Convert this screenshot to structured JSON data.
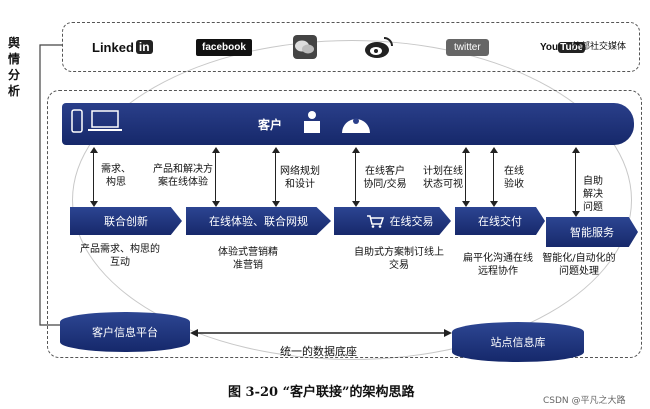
{
  "side_label": "舆情分析",
  "social": {
    "linkedin_text": "Linked",
    "linkedin_box": "in",
    "facebook": "facebook",
    "twitter": "twitter",
    "youtube_you": "You",
    "youtube_tube": "Tube",
    "label": "外部社交媒体",
    "icons": [
      "wechat-icon",
      "weibo-icon"
    ]
  },
  "banner": {
    "label": "客户"
  },
  "connectors": [
    {
      "label": "需求、构思"
    },
    {
      "label": "产品和解决方案在线体验"
    },
    {
      "label": "网络规划和设计"
    },
    {
      "label": "在线客户协同/交易"
    },
    {
      "label": "计划在线状态可视"
    },
    {
      "label": "在线验收"
    },
    {
      "label": "自助解决问题"
    }
  ],
  "steps": [
    {
      "label": "联合创新",
      "desc": "产品需求、构思的互动"
    },
    {
      "label": "在线体验、联合网规",
      "desc": "体验式营销精准营销"
    },
    {
      "label": "在线交易",
      "desc": "自助式方案制订线上交易"
    },
    {
      "label": "在线交付",
      "desc": "扁平化沟通在线远程协作"
    },
    {
      "label": "智能服务",
      "desc": "智能化/自动化的问题处理"
    }
  ],
  "databases": {
    "left": "客户信息平台",
    "right": "站点信息库",
    "link_label": "统一的数据底座"
  },
  "caption": "图 3-20 “客户联接”的架构思路",
  "watermark": "CSDN @平凡之大路"
}
